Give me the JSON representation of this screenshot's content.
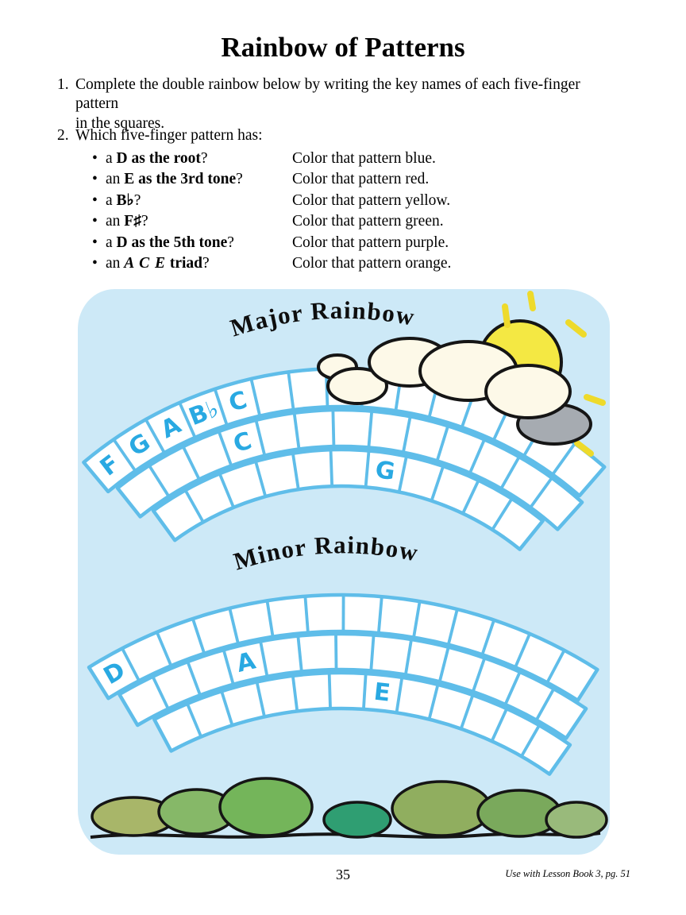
{
  "page": {
    "title": "Rainbow of Patterns",
    "bullet": "•",
    "item1": {
      "number": "1.",
      "line1": "Complete the double rainbow below by writing the key names of each five-finger pattern",
      "line2": "in the squares."
    },
    "item2": {
      "number": "2.",
      "text": "Which five-finger pattern has:"
    },
    "questions": [
      {
        "prefix": "a ",
        "key": "D as the root",
        "key2": "",
        "tail": "?",
        "answer": "Color that pattern blue."
      },
      {
        "prefix": "an ",
        "key": "E as the 3rd tone",
        "key2": "",
        "tail": "?",
        "answer": "Color that pattern red."
      },
      {
        "prefix": "a ",
        "key": "B♭",
        "key2": "",
        "tail": "?",
        "answer": "Color that pattern yellow."
      },
      {
        "prefix": "an ",
        "key": "F♯",
        "key2": "",
        "tail": "?",
        "answer": "Color that pattern green."
      },
      {
        "prefix": "a ",
        "key": "D as the 5th tone",
        "key2": "",
        "tail": "?",
        "answer": "Color that pattern purple."
      },
      {
        "prefix": "an ",
        "key": "A C E",
        "key2": " triad",
        "tail": "?",
        "answer": "Color that pattern orange."
      }
    ],
    "page_number": "35",
    "footer_note": "Use with Lesson Book 3, pg. 51"
  },
  "illustration": {
    "major_title": "Major Rainbow",
    "minor_title": "Minor Rainbow",
    "scene_elements": [
      "sky",
      "sun",
      "cloud",
      "double-rainbow",
      "bushes"
    ],
    "major_bands": [
      {
        "name": "outer-arc",
        "labels": {
          "0": "F",
          "1": "G",
          "2": "A",
          "3": "B♭",
          "4": "C"
        }
      },
      {
        "name": "middle-arc",
        "labels": {
          "3": "C"
        }
      },
      {
        "name": "inner-arc",
        "labels": {
          "6": "G"
        }
      }
    ],
    "minor_bands": [
      {
        "name": "outer-arc",
        "labels": {
          "0": "D"
        }
      },
      {
        "name": "middle-arc",
        "labels": {
          "3": "A"
        }
      },
      {
        "name": "inner-arc",
        "labels": {
          "6": "E"
        }
      }
    ],
    "colors": {
      "sky": "#cde9f7",
      "band_stroke": "#5fbde9",
      "letter_blue": "#29a9e2",
      "sun_yellow": "#f4e843",
      "cloud_cream": "#fdf9e8"
    }
  }
}
